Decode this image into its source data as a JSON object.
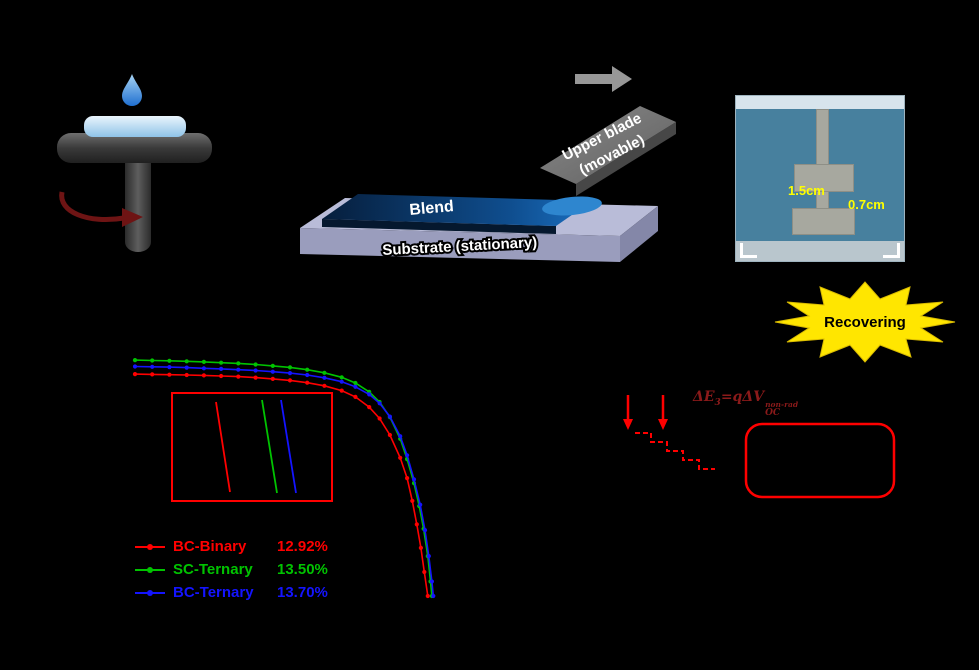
{
  "panels": {
    "spin_coating": {
      "droplet_icon": "water-droplet-icon",
      "rotation_arrow_icon": "rotation-arrow-icon"
    },
    "blade_coating": {
      "move_arrow_icon": "move-right-arrow-icon",
      "upper_blade_label_line1": "Upper blade",
      "upper_blade_label_line2": "(movable)",
      "blend_label": "Blend",
      "substrate_label": "Substrate (stationary)"
    },
    "device_photo": {
      "width_label": "1.5cm",
      "height_label": "0.7cm",
      "label_color": "#ffff00"
    },
    "recovering_burst": {
      "label": "Recovering",
      "fill_color": "#ffe600"
    },
    "energy_diagram": {
      "formula": {
        "lhs": "ΔE",
        "lhs_sub": "3",
        "rhs": "=qΔV",
        "rhs_sub": "OC",
        "rhs_sup": "non-rad"
      },
      "accent_color": "#ff0000",
      "formula_color": "#8b1a1a"
    }
  },
  "chart_data": {
    "type": "line",
    "title": "",
    "xlabel": "",
    "ylabel": "",
    "xlim": [
      0,
      0.9
    ],
    "ylim": [
      -14,
      27
    ],
    "grid": false,
    "legend_position": "lower-left",
    "series": [
      {
        "name": "BC-Binary",
        "pce": "12.92%",
        "color": "#ff0000",
        "points": [
          [
            0,
            23.2
          ],
          [
            0.05,
            23.15
          ],
          [
            0.1,
            23.1
          ],
          [
            0.15,
            23.05
          ],
          [
            0.2,
            23.0
          ],
          [
            0.25,
            22.9
          ],
          [
            0.3,
            22.8
          ],
          [
            0.35,
            22.65
          ],
          [
            0.4,
            22.45
          ],
          [
            0.45,
            22.2
          ],
          [
            0.5,
            21.85
          ],
          [
            0.55,
            21.35
          ],
          [
            0.6,
            20.6
          ],
          [
            0.64,
            19.6
          ],
          [
            0.68,
            18.0
          ],
          [
            0.71,
            16.2
          ],
          [
            0.74,
            13.6
          ],
          [
            0.77,
            10.0
          ],
          [
            0.79,
            6.8
          ],
          [
            0.805,
            3.2
          ],
          [
            0.818,
            -0.5
          ],
          [
            0.83,
            -4.2
          ],
          [
            0.84,
            -8.0
          ],
          [
            0.85,
            -11.8
          ]
        ]
      },
      {
        "name": "SC-Ternary",
        "pce": "13.50%",
        "color": "#00c300",
        "points": [
          [
            0,
            25.4
          ],
          [
            0.05,
            25.35
          ],
          [
            0.1,
            25.3
          ],
          [
            0.15,
            25.22
          ],
          [
            0.2,
            25.12
          ],
          [
            0.25,
            25.0
          ],
          [
            0.3,
            24.88
          ],
          [
            0.35,
            24.72
          ],
          [
            0.4,
            24.5
          ],
          [
            0.45,
            24.25
          ],
          [
            0.5,
            23.9
          ],
          [
            0.55,
            23.4
          ],
          [
            0.6,
            22.7
          ],
          [
            0.64,
            21.8
          ],
          [
            0.68,
            20.4
          ],
          [
            0.71,
            18.8
          ],
          [
            0.74,
            16.4
          ],
          [
            0.77,
            13.0
          ],
          [
            0.79,
            9.8
          ],
          [
            0.81,
            6.0
          ],
          [
            0.825,
            2.4
          ],
          [
            0.838,
            -1.2
          ],
          [
            0.85,
            -5.5
          ],
          [
            0.858,
            -9.5
          ],
          [
            0.862,
            -11.8
          ]
        ]
      },
      {
        "name": "BC-Ternary",
        "pce": "13.70%",
        "color": "#1414ff",
        "points": [
          [
            0,
            24.4
          ],
          [
            0.05,
            24.35
          ],
          [
            0.1,
            24.3
          ],
          [
            0.15,
            24.22
          ],
          [
            0.2,
            24.12
          ],
          [
            0.25,
            24.02
          ],
          [
            0.3,
            23.9
          ],
          [
            0.35,
            23.76
          ],
          [
            0.4,
            23.58
          ],
          [
            0.45,
            23.35
          ],
          [
            0.5,
            23.05
          ],
          [
            0.55,
            22.62
          ],
          [
            0.6,
            22.0
          ],
          [
            0.64,
            21.2
          ],
          [
            0.68,
            20.0
          ],
          [
            0.71,
            18.6
          ],
          [
            0.74,
            16.5
          ],
          [
            0.77,
            13.4
          ],
          [
            0.79,
            10.4
          ],
          [
            0.81,
            6.6
          ],
          [
            0.828,
            2.6
          ],
          [
            0.842,
            -1.4
          ],
          [
            0.853,
            -5.5
          ],
          [
            0.862,
            -9.5
          ],
          [
            0.866,
            -11.8
          ]
        ]
      }
    ],
    "inset": {
      "border_color": "#ff0000",
      "box": {
        "x": 112,
        "y": 63,
        "w": 160,
        "h": 108
      },
      "lines": [
        {
          "color": "#ff0000",
          "x1": 156,
          "y1": 72,
          "x2": 170,
          "y2": 162
        },
        {
          "color": "#00c300",
          "x1": 202,
          "y1": 70,
          "x2": 217,
          "y2": 163
        },
        {
          "color": "#1414ff",
          "x1": 221,
          "y1": 70,
          "x2": 236,
          "y2": 163
        }
      ]
    }
  }
}
